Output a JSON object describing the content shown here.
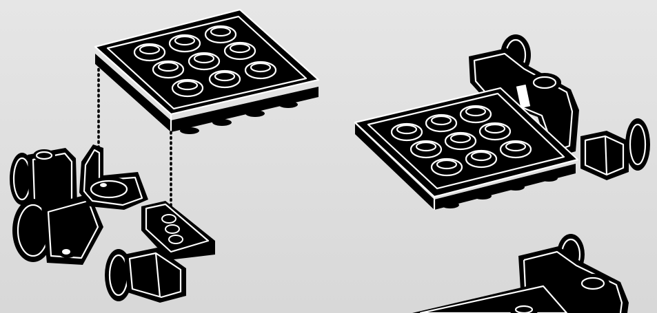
{
  "figure": {
    "background": "#dcdcdc",
    "ink": "#000000",
    "outline": "#ffffff",
    "steps": [
      {
        "parts": [
          "square-plate-3x3",
          "wheel-chassis-assembly"
        ],
        "connector": "dotted-guide-lines"
      },
      {
        "parts": [
          "plate-on-chassis-assembly"
        ]
      },
      {
        "parts": [
          "plate-on-chassis-assembly-partial"
        ]
      }
    ]
  }
}
